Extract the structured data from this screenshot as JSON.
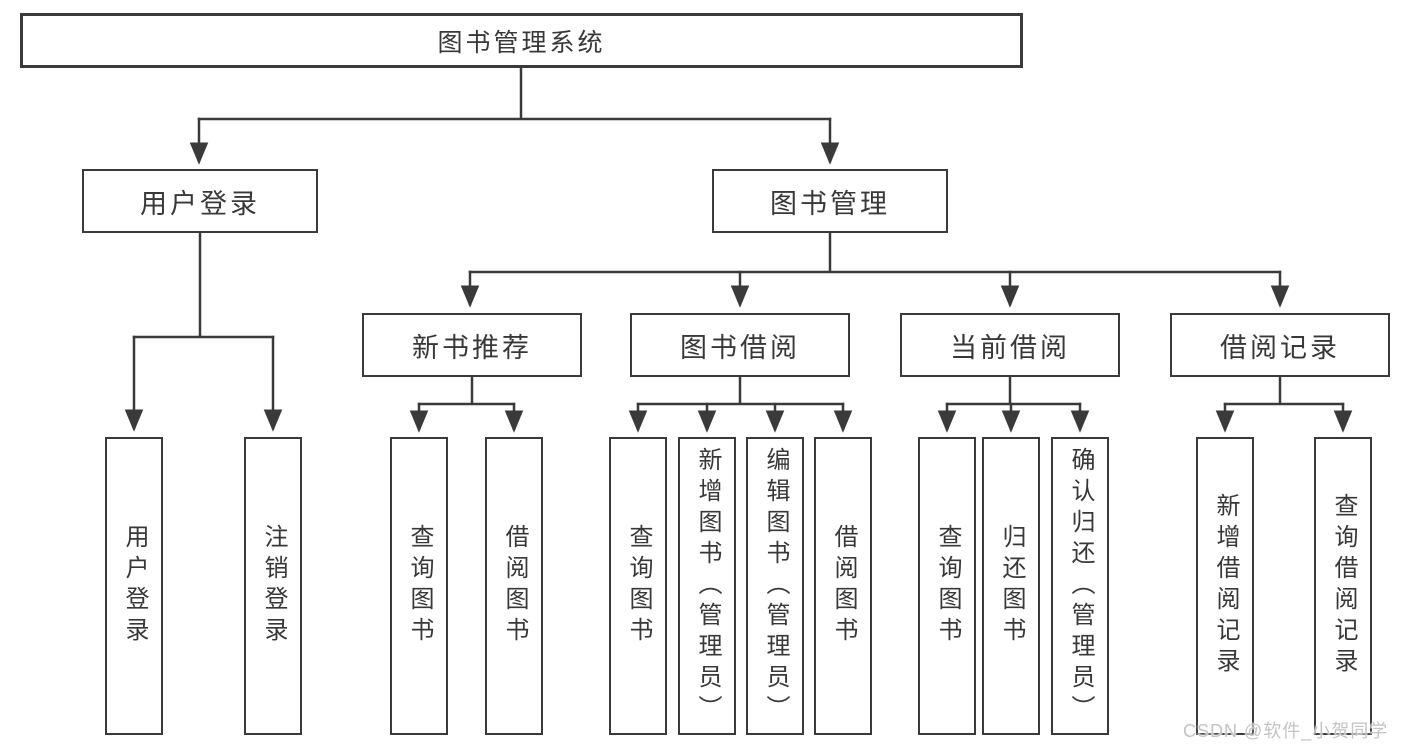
{
  "colors": {
    "line": "#3a3a3a",
    "text": "#383838",
    "watermark": "#c3c3c3",
    "background": "#ffffff"
  },
  "watermark": "CSDN @软件_小贺同学",
  "tree": {
    "root": "图书管理系统",
    "branches": [
      {
        "label": "用户登录",
        "children": [
          {
            "label": "用户登录"
          },
          {
            "label": "注销登录"
          }
        ]
      },
      {
        "label": "图书管理",
        "children": [
          {
            "label": "新书推荐",
            "children": [
              {
                "label": "查询图书"
              },
              {
                "label": "借阅图书"
              }
            ]
          },
          {
            "label": "图书借阅",
            "children": [
              {
                "label": "查询图书"
              },
              {
                "label": "新增图书（管理员）"
              },
              {
                "label": "编辑图书（管理员）"
              },
              {
                "label": "借阅图书"
              }
            ]
          },
          {
            "label": "当前借阅",
            "children": [
              {
                "label": "查询图书"
              },
              {
                "label": "归还图书"
              },
              {
                "label": "确认归还（管理员）"
              }
            ]
          },
          {
            "label": "借阅记录",
            "children": [
              {
                "label": "新增借阅记录"
              },
              {
                "label": "查询借阅记录"
              }
            ]
          }
        ]
      }
    ]
  }
}
